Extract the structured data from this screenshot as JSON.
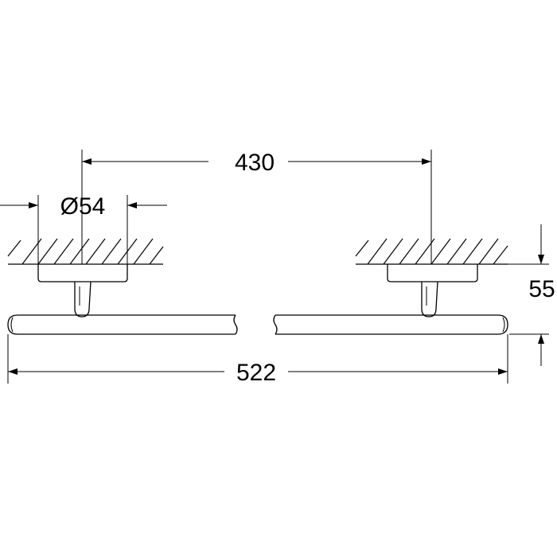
{
  "dimensions": {
    "span": "430",
    "diameter": "Ø54",
    "depth": "55",
    "length": "522"
  },
  "colors": {
    "line": "#000000",
    "background": "#ffffff"
  }
}
